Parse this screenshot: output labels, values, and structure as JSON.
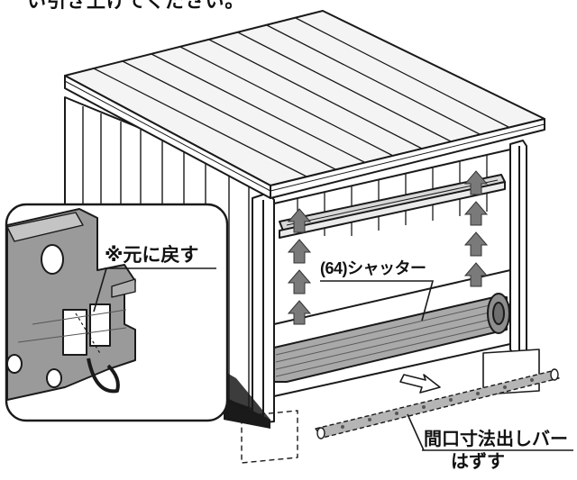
{
  "header_fragment": "い引き上げてください。",
  "labels": {
    "restore_note": "※元に戻す",
    "shutter": "(64)シャッター",
    "bar_line1": "間口寸法出しバー",
    "bar_line2": "はずす"
  },
  "colors": {
    "line": "#1a1a1a",
    "roof": "#f4f4f4",
    "wall_panel": "#ffffff",
    "shutter_body": "#a9a9a9",
    "arrow": "#7a7a7a",
    "inset_metal": "#9a9a9a",
    "bar": "#b5b5b5"
  }
}
